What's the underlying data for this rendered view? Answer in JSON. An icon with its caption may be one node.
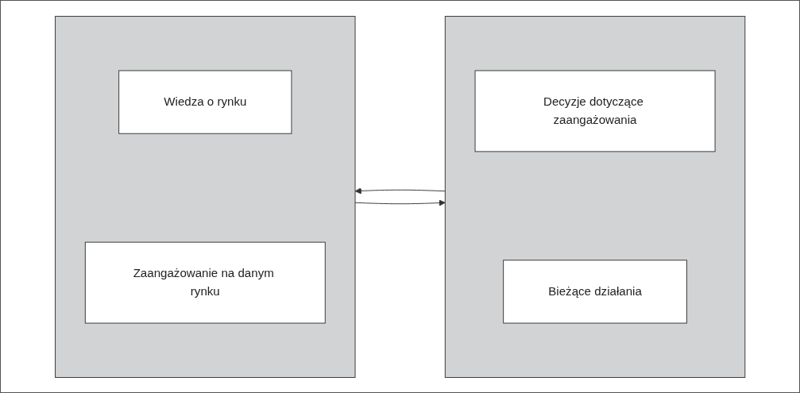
{
  "diagram": {
    "nodes": [
      {
        "text": [],
        "shape": "box"
      },
      {
        "text": [
          "Wiedza o rynku"
        ],
        "in": 0
      },
      {
        "text": [
          "Zaangażowanie na danym rynku"
        ],
        "in": 0
      },
      {
        "text": [],
        "shape": "box"
      },
      {
        "text": [
          "Decyzje dotyczące zaangażowania"
        ],
        "in": 3
      },
      {
        "text": [
          "Bieżące działania"
        ],
        "in": 3
      }
    ],
    "edges": [
      {
        "from": 0,
        "to": 3,
        "arrow": "to"
      },
      {
        "from": 3,
        "to": 0,
        "arrow": "to"
      }
    ]
  }
}
